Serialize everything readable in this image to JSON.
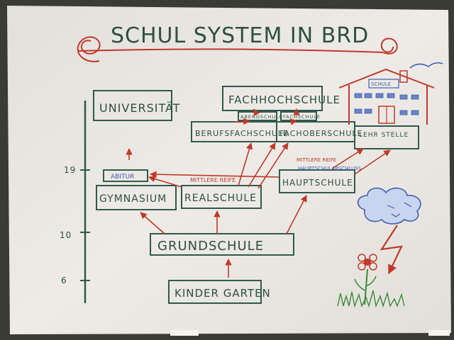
{
  "title": "SCHUL SYSTEM IN BRD",
  "schools": {
    "universitaet": "UNIVERSITÄT",
    "fachhochschule": "FACHHOCHSCHULE",
    "abendschule": "ABENDSCHULE",
    "fachschule": "FACHSCHULE",
    "berufsfachschule": "BERUFSFACHSCHULE",
    "fachoberschule": "FACHOBERSCHULE",
    "lehrstelle": "LEHR STELLE",
    "abitur": "ABITUR",
    "gymnasium": "GYMNASIUM",
    "realschule": "REALSCHULE",
    "hauptschule": "HAUPTSCHULE",
    "grundschule": "GRUNDSCHULE",
    "kindergarten": "KINDER GARTEN"
  },
  "labels": {
    "mittlere_reife_1": "MITTLERE REIFE",
    "mittlere_reife_2": "MITTLERE REIFE",
    "hauptschulabschluss": "HAUPTSCHULABSCHLUSS",
    "house_sign": "SCHULE"
  },
  "age_axis": [
    "19",
    "10",
    "6"
  ],
  "colors": {
    "board": "#ebe8e4",
    "ink_green": "#2f5a4c",
    "ink_red": "#c0392b",
    "ink_blue": "#3f5fb0"
  }
}
